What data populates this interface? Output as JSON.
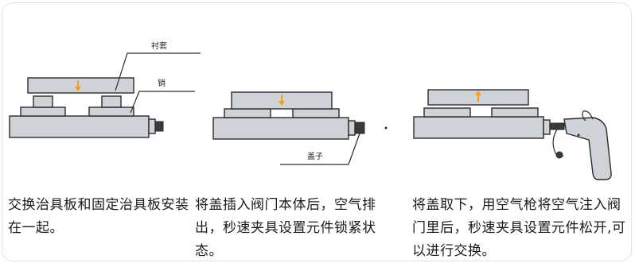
{
  "labels": {
    "liner": "衬套",
    "pin": "销",
    "cap": "盖子"
  },
  "captions": [
    "交换治具板和固定治具板安装在一起。",
    "将盖插入阀门本体后，空气排出，秒速夹具设置元件锁紧状态。",
    "将盖取下，用空气枪将空气注入阀门里后，秒速夹具设置元件松开,可 以进行交换。"
  ],
  "colors": {
    "plate_fill": "#cfd3d7",
    "outline": "#2b2b2b",
    "arrow": "#f0a020",
    "background": "#ffffff"
  }
}
